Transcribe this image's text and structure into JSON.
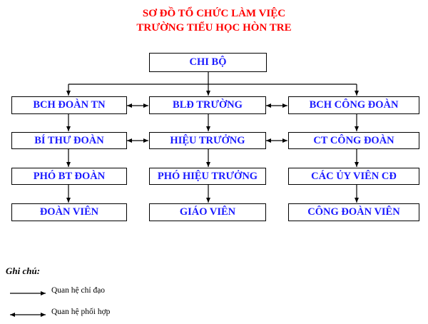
{
  "title": {
    "line1": "SƠ ĐỒ TỔ CHỨC LÀM VIỆC",
    "line2": "TRƯỜNG TIỂU HỌC HÒN TRE"
  },
  "top": {
    "label": "CHI BỘ"
  },
  "left": [
    "BCH ĐOÀN TN",
    "BÍ THƯ ĐOÀN",
    "PHÓ BT ĐOÀN",
    "ĐOÀN VIÊN"
  ],
  "center": [
    "BLĐ TRƯỜNG",
    "HIỆU TRƯỞNG",
    "PHÓ HIỆU TRƯỞNG",
    "GIÁO VIÊN"
  ],
  "right": [
    "BCH CÔNG ĐOÀN",
    "CT CÔNG ĐOÀN",
    "CÁC ỦY VIÊN CĐ",
    "CÔNG ĐOÀN VIÊN"
  ],
  "legend": {
    "title": "Ghi chú:",
    "direct": "Quan hệ chỉ đạo",
    "coordinate": "Quan hệ phối hợp"
  },
  "colors": {
    "title": "#ff0000",
    "box_text": "#1a1aff",
    "line": "#000000"
  }
}
